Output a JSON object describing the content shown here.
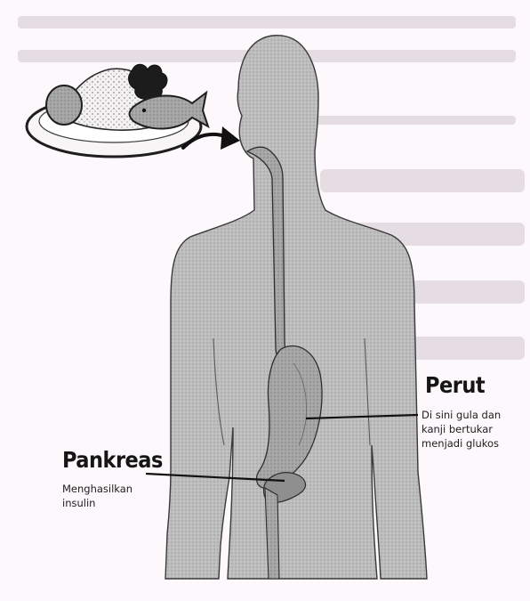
{
  "labels": {
    "perut": {
      "title": "Perut",
      "description": [
        "Di sini gula dan",
        "kanji bertukar",
        "menjadi glukos"
      ]
    },
    "pankreas": {
      "title": "Pankreas",
      "description": [
        "Menghasilkan",
        "insulin"
      ]
    }
  },
  "colors": {
    "body_fill": "#b9b9b9",
    "organ_fill": "#a9a9a9",
    "outline": "#2b2b2b",
    "page_background": "#fcf8fb"
  }
}
